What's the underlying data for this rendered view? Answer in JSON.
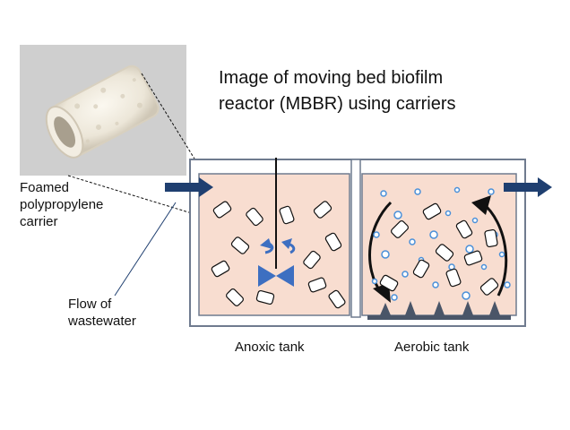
{
  "title": {
    "line1": "Image of moving bed biofilm",
    "line2": "reactor (MBBR) using carriers"
  },
  "carrier_label": {
    "line1": "Foamed",
    "line2": "polypropylene",
    "line3": "carrier"
  },
  "flow_label": {
    "line1": "Flow of",
    "line2": "wastewater"
  },
  "tanks": {
    "anoxic": "Anoxic tank",
    "aerobic": "Aerobic tank"
  },
  "colors": {
    "water": "#f8ddd0",
    "tank_wall": "#6f7b8f",
    "arrow": "#1f3f70",
    "mixer": "#3d6fc1",
    "bubble": "#4a90d9",
    "diffuser": "#4a5568"
  }
}
